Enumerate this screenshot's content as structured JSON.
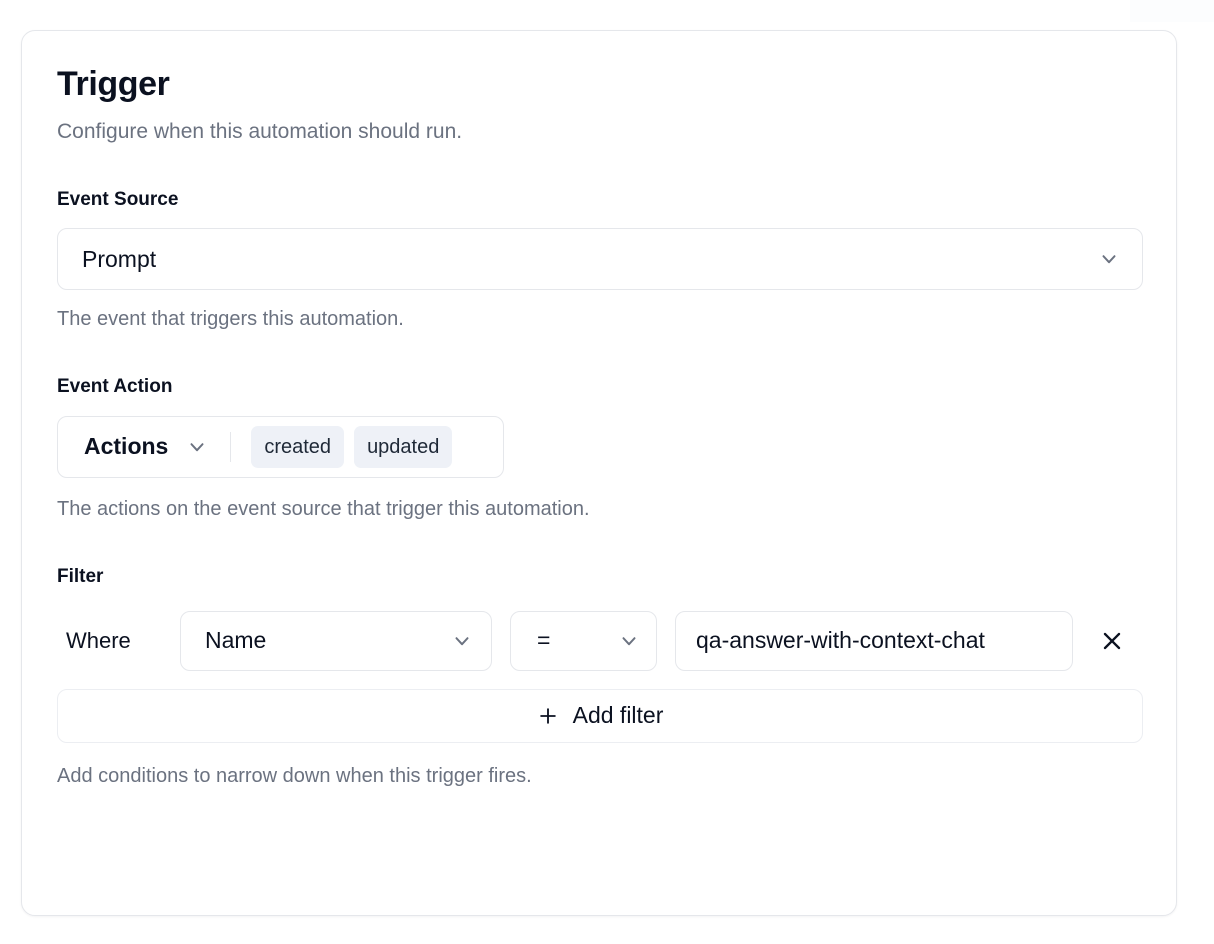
{
  "card": {
    "title": "Trigger",
    "subtitle": "Configure when this automation should run."
  },
  "event_source": {
    "label": "Event Source",
    "value": "Prompt",
    "help": "The event that triggers this automation.",
    "chevron_icon": "chevron-down-icon"
  },
  "event_action": {
    "label": "Event Action",
    "trigger_label": "Actions",
    "chevron_icon": "chevron-down-icon",
    "selected": [
      "created",
      "updated"
    ],
    "help": "The actions on the event source that trigger this automation."
  },
  "filter": {
    "label": "Filter",
    "where_label": "Where",
    "field": {
      "value": "Name",
      "chevron_icon": "chevron-down-icon"
    },
    "operator": {
      "value": "=",
      "chevron_icon": "chevron-down-icon"
    },
    "value_input": {
      "value": "qa-answer-with-context-chat",
      "placeholder": "Value"
    },
    "remove_icon": "close-icon",
    "add_filter": {
      "label": "Add filter",
      "icon": "plus-icon"
    },
    "help": "Add conditions to narrow down when this trigger fires."
  },
  "colors": {
    "text_primary": "#0b1120",
    "text_muted": "#6b7280",
    "border": "#e5e7eb",
    "badge_bg": "#eef1f7",
    "surface": "#ffffff"
  }
}
